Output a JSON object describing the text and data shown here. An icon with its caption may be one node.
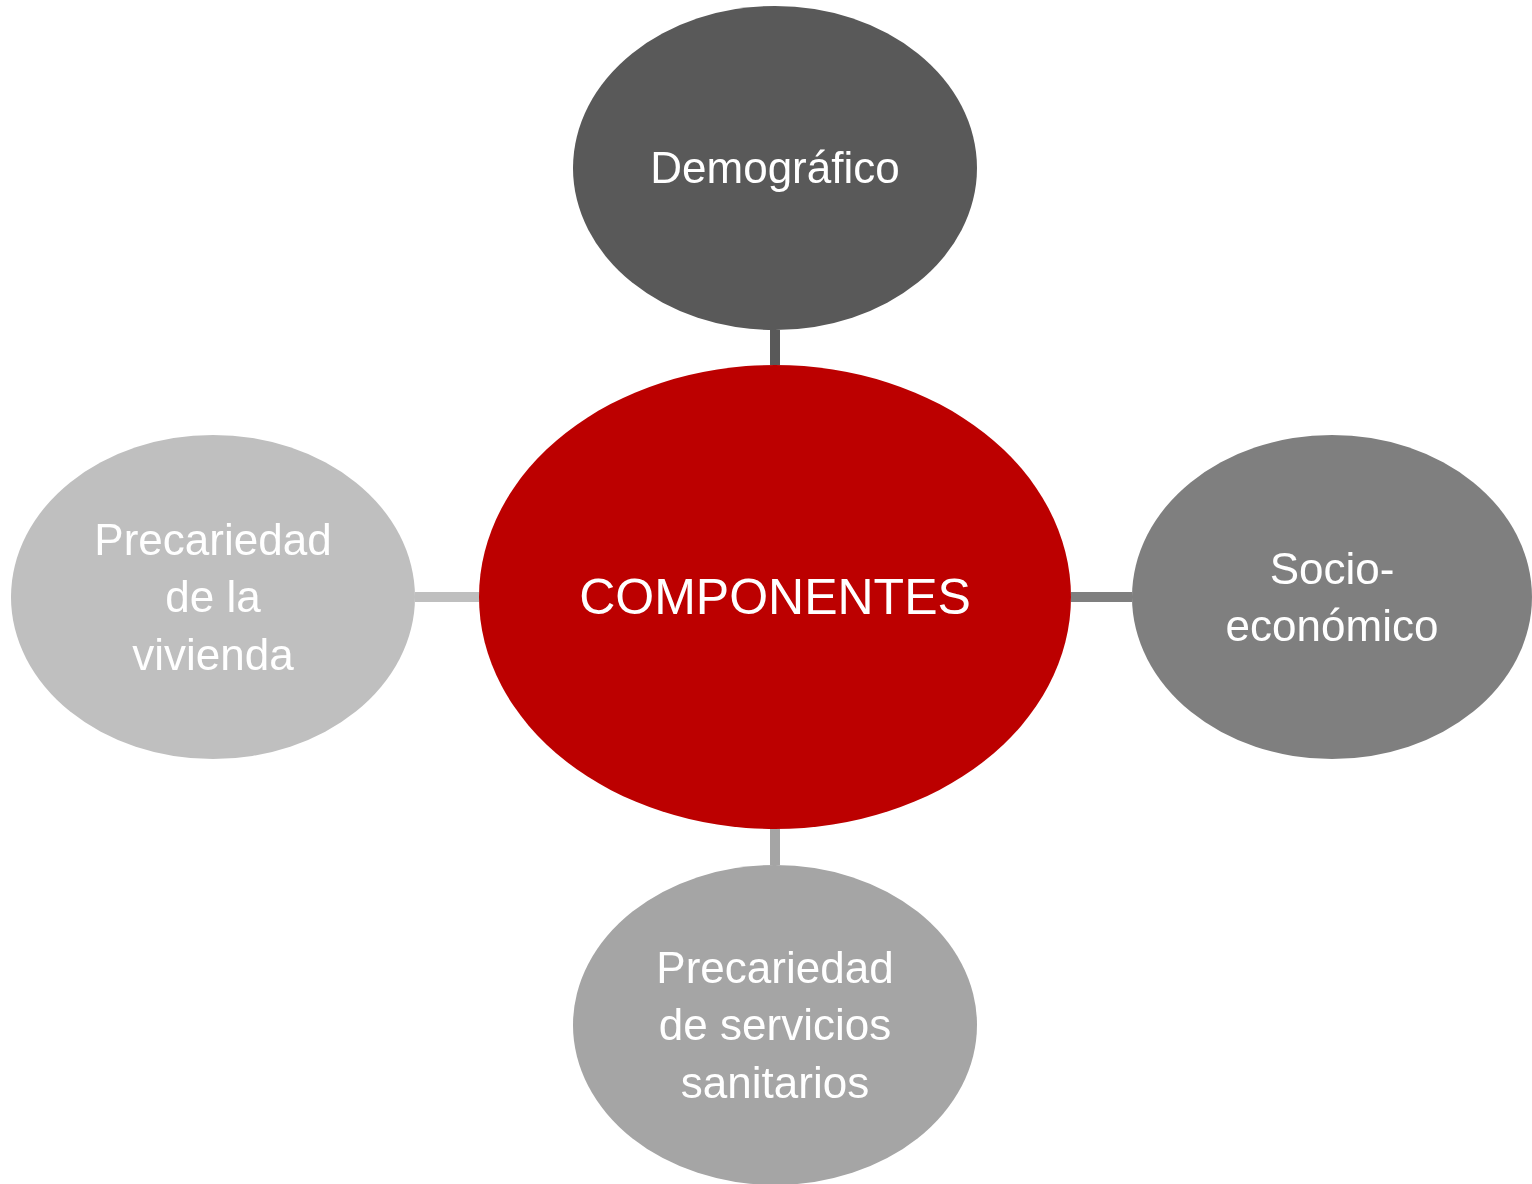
{
  "diagram": {
    "nodes": [
      {
        "text": [
          "COMPONENTES"
        ]
      },
      {
        "text": [
          "Demográfico"
        ]
      },
      {
        "text": [
          "Socio- económico"
        ]
      },
      {
        "text": [
          "Precariedad de servicios sanitarios"
        ]
      },
      {
        "text": [
          "Precariedad de la vivienda"
        ]
      }
    ],
    "edges": [
      {
        "from": 0,
        "to": 1,
        "arrow": "none",
        "color": "#595959"
      },
      {
        "from": 0,
        "to": 2,
        "arrow": "none",
        "color": "#7f7f7f"
      },
      {
        "from": 0,
        "to": 3,
        "arrow": "none",
        "color": "#a5a5a5"
      },
      {
        "from": 0,
        "to": 4,
        "arrow": "none",
        "color": "#bfbfbf"
      }
    ]
  }
}
